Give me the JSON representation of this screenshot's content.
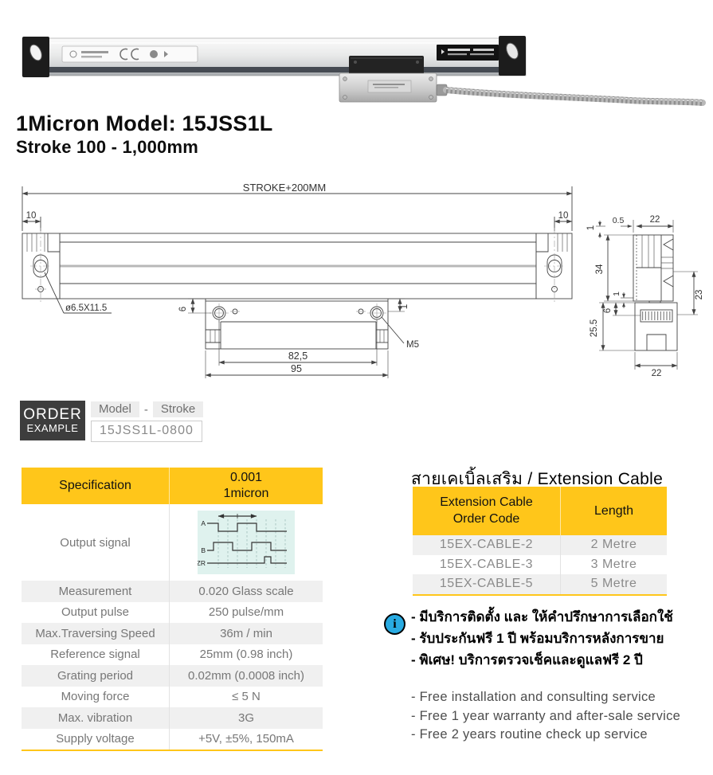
{
  "colors": {
    "accent_yellow": "#ffc61a",
    "row_gray": "#f0f0f0",
    "info_blue": "#29abe2",
    "waveform_bg": "#dff2ee"
  },
  "titles": {
    "line1": "1Micron Model: 15JSS1L",
    "line2": "Stroke 100 - 1,000mm"
  },
  "drawing": {
    "front": {
      "stroke_dim": "STROKE+200MM",
      "offset_left": "10",
      "offset_right": "10",
      "hole_callout": "ø6.5X11.5",
      "head_offset": "6",
      "head_edge": "1",
      "span_inner": "82,5",
      "span_outer": "95",
      "screw_callout": "M5"
    },
    "side": {
      "lip": "0.5",
      "width_top": "22",
      "edge_top": "1",
      "height_body": "34",
      "height_inner": "23",
      "gap": "1",
      "clamp": "6",
      "height_head": "25.5",
      "width_bottom": "22"
    }
  },
  "order_example": {
    "title_line1": "ORDER",
    "title_line2": "EXAMPLE",
    "model_label": "Model",
    "separator": "-",
    "stroke_label": "Stroke",
    "code": "15JSS1L-0800"
  },
  "spec_table": {
    "header_col1": "Specification",
    "header_col2_line1": "0.001",
    "header_col2_line2": "1micron",
    "signal_row_label": "Output signal",
    "signal_labels": {
      "a": "A",
      "b": "B",
      "zr": "ZR"
    },
    "rows": [
      {
        "label": "Measurement",
        "value": "0.020 Glass scale"
      },
      {
        "label": "Output pulse",
        "value": "250 pulse/mm"
      },
      {
        "label": "Max.Traversing Speed",
        "value": "36m / min"
      },
      {
        "label": "Reference signal",
        "value": "25mm (0.98 inch)"
      },
      {
        "label": "Grating period",
        "value": "0.02mm (0.0008 inch)"
      },
      {
        "label": "Moving force",
        "value": "≤ 5 N"
      },
      {
        "label": "Max. vibration",
        "value": "3G"
      },
      {
        "label": "Supply voltage",
        "value": "+5V, ±5%, 150mA"
      }
    ]
  },
  "extension": {
    "section_title": "สายเคเบิ้ลเสริม / Extension Cable",
    "header_col1_line1": "Extension Cable",
    "header_col1_line2": "Order Code",
    "header_col2": "Length",
    "rows": [
      {
        "code": "15EX-CABLE-2",
        "length": "2 Metre"
      },
      {
        "code": "15EX-CABLE-3",
        "length": "3 Metre"
      },
      {
        "code": "15EX-CABLE-5",
        "length": "5 Metre"
      }
    ]
  },
  "notes": {
    "info_icon": "i",
    "thai": [
      "- มีบริการติดตั้ง และ ให้คำปรึกษาการเลือกใช้",
      "- รับประกันฟรี 1 ปี พร้อมบริการหลังการขาย",
      "- พิเศษ! บริการตรวจเช็คและดูแลฟรี 2 ปี"
    ],
    "english": [
      "- Free installation and consulting service",
      "- Free 1 year warranty and after-sale service",
      "- Free 2 years routine check up service"
    ]
  }
}
